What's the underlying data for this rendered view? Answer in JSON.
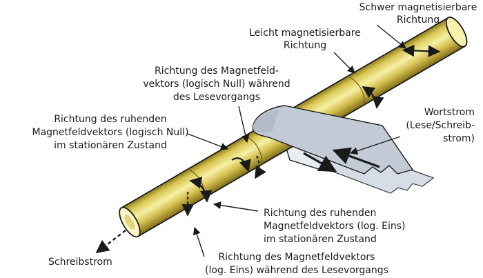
{
  "labels": {
    "hard_axis": [
      "Schwer magnetisierbare",
      "Richtung"
    ],
    "easy_axis": [
      "Leicht magnetisierbare",
      "Richtung"
    ],
    "read_zero": [
      "Richtung des Magnetfeld-",
      "vektors (logisch Null) während",
      "des Lesevorgangs"
    ],
    "rest_zero": [
      "Richtung des ruhenden",
      "Magnetfeldvektors (logisch Null)",
      "im stationären Zustand"
    ],
    "word_current": [
      "Wortstrom",
      "(Lese/Schreib-",
      "strom)"
    ],
    "rest_one": [
      "Richtung des ruhenden",
      "Magnetfeldvektors (log. Eins)",
      "im stationären Zustand"
    ],
    "write_current": [
      "Schreibstrom"
    ],
    "read_one": [
      "Richtung des Magnetfeldvektors",
      "(log. Eins) während des Lesevorgangs"
    ]
  },
  "colors": {
    "rod_light": "#f6ee9e",
    "rod_mid": "#d7c455",
    "rod_dark": "#8c7a1c",
    "strip_light": "#f2f5fa",
    "strip_shade": "#b9c2d0",
    "ink": "#1a1a1a"
  }
}
